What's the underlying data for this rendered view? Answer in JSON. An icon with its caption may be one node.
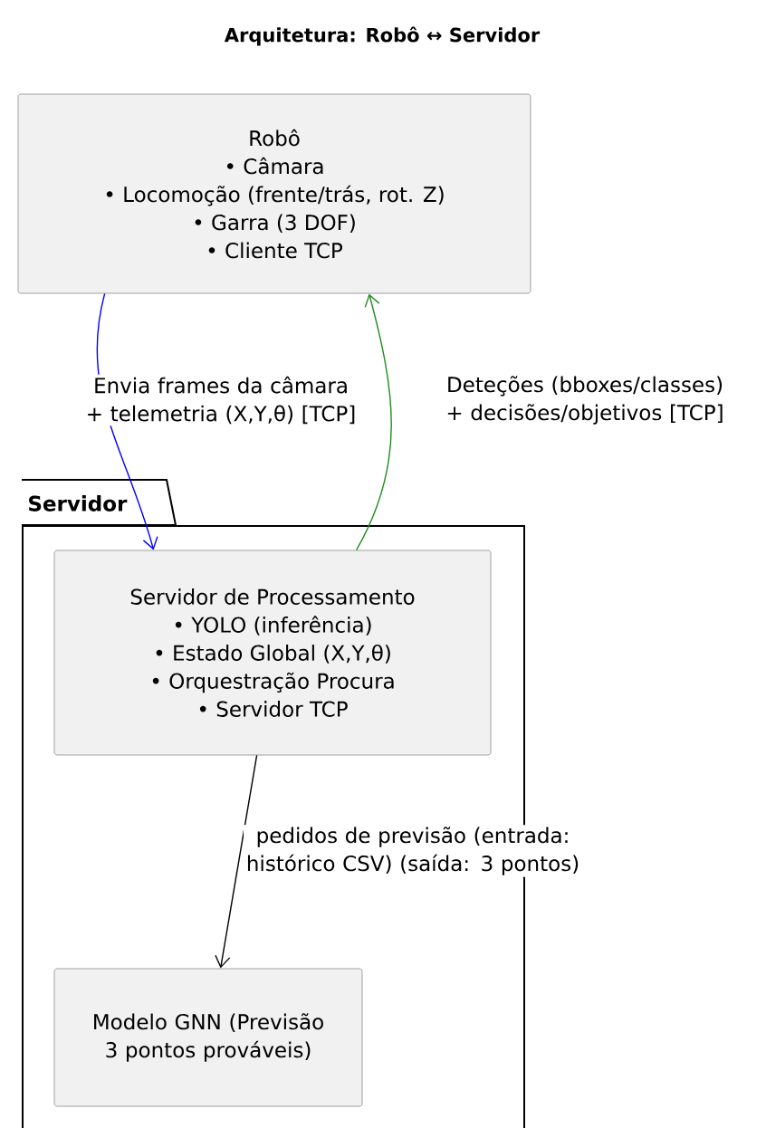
{
  "diagram": {
    "title": "Arquitetura: Robô ↔ Servidor",
    "nodes": [
      {
        "text": [
          "Robô",
          "• Câmara",
          "• Locomoção (frente/trás, rot. Z)",
          "• Garra (3 DOF)",
          "• Cliente TCP"
        ]
      },
      {
        "text": [
          "Servidor"
        ]
      },
      {
        "text": [
          "Servidor de Processamento",
          "• YOLO (inferência)",
          "• Estado Global (X,Y,θ)",
          "• Orquestração Procura",
          "• Servidor TCP"
        ],
        "in": 1
      },
      {
        "text": [
          "Modelo GNN (Previsão 3 pontos prováveis)"
        ],
        "in": 1
      }
    ],
    "edges": [
      {
        "from": 0,
        "to": 2,
        "arrow": "to",
        "label": "Envia frames da câmara + telemetria (X,Y,θ) [TCP]",
        "color": "#0000ff"
      },
      {
        "from": 2,
        "to": 0,
        "arrow": "to",
        "label": "Deteções (bboxes/classes) + decisões/objetivos [TCP]",
        "color": "#228b22"
      },
      {
        "from": 2,
        "to": 3,
        "arrow": "to",
        "label": "pedidos de previsão (entrada: histórico CSV) (saída: 3 pontos)",
        "color": "#000000"
      }
    ]
  }
}
